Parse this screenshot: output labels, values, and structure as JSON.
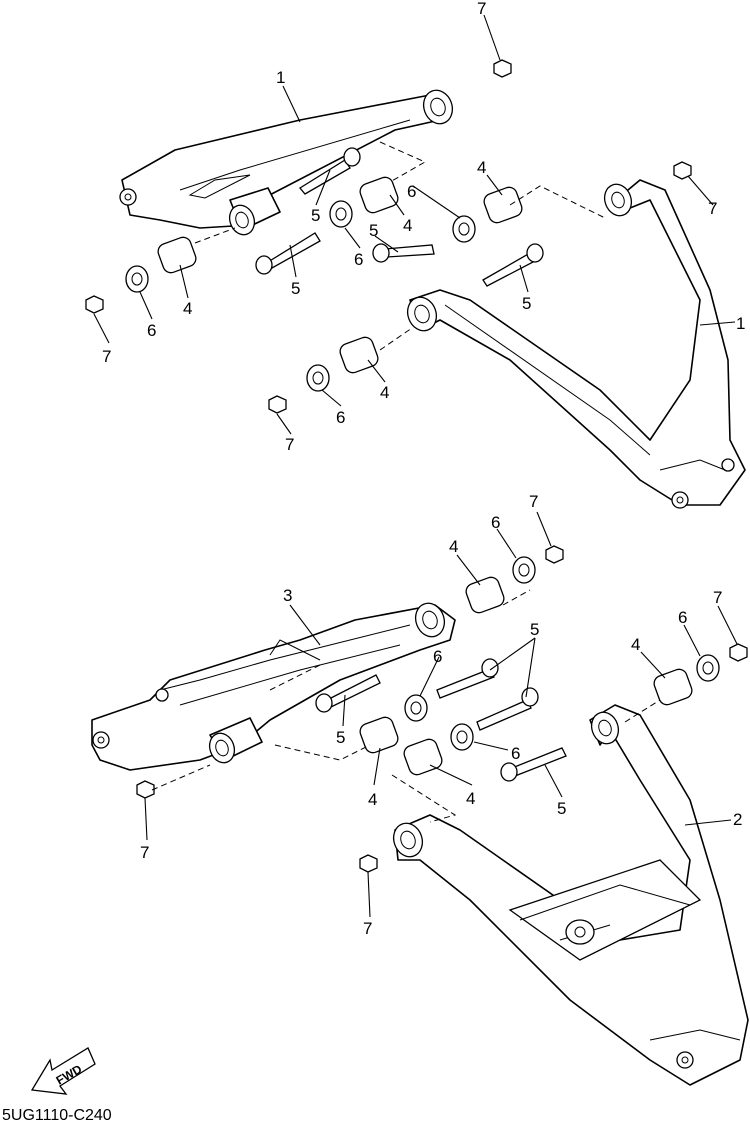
{
  "diagram": {
    "callouts": {
      "c1a": "1",
      "c1b": "1",
      "c2": "2",
      "c3": "3",
      "c4a": "4",
      "c4b": "4",
      "c4c": "4",
      "c4d": "4",
      "c4e": "4",
      "c4f": "4",
      "c4g": "4",
      "c4h": "4",
      "c5a": "5",
      "c5b": "5",
      "c5c": "5",
      "c5d": "5",
      "c5e": "5",
      "c5f": "5",
      "c5g": "5",
      "c6a": "6",
      "c6b": "6",
      "c6c": "6",
      "c6d": "6",
      "c6e": "6",
      "c6f": "6",
      "c6g": "6",
      "c6h": "6",
      "c7a": "7",
      "c7b": "7",
      "c7c": "7",
      "c7d": "7",
      "c7e": "7",
      "c7f": "7",
      "c7g": "7",
      "c7h": "7"
    },
    "fwd_label": "FWD",
    "figure_code": "5UG1110-C240"
  }
}
